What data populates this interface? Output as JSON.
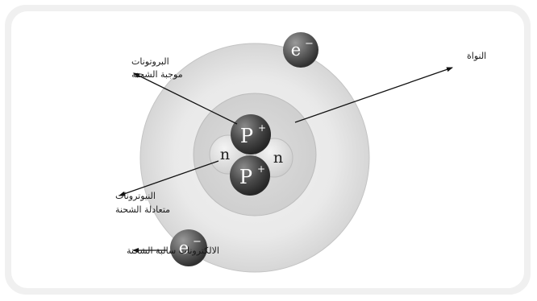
{
  "labels": {
    "protons_line1": "البروتونات",
    "protons_line2": "موجبة الشحنة",
    "nucleus": "النواة",
    "neutrons_line1": "النيوترونات",
    "neutrons_line2": "متعادلة الشحنة",
    "electrons": "الالكترونات سالبة الشحنة"
  },
  "symbols": {
    "electron": "e",
    "electron_charge": "−",
    "proton": "P",
    "proton_charge": "+",
    "neutron": "n"
  }
}
